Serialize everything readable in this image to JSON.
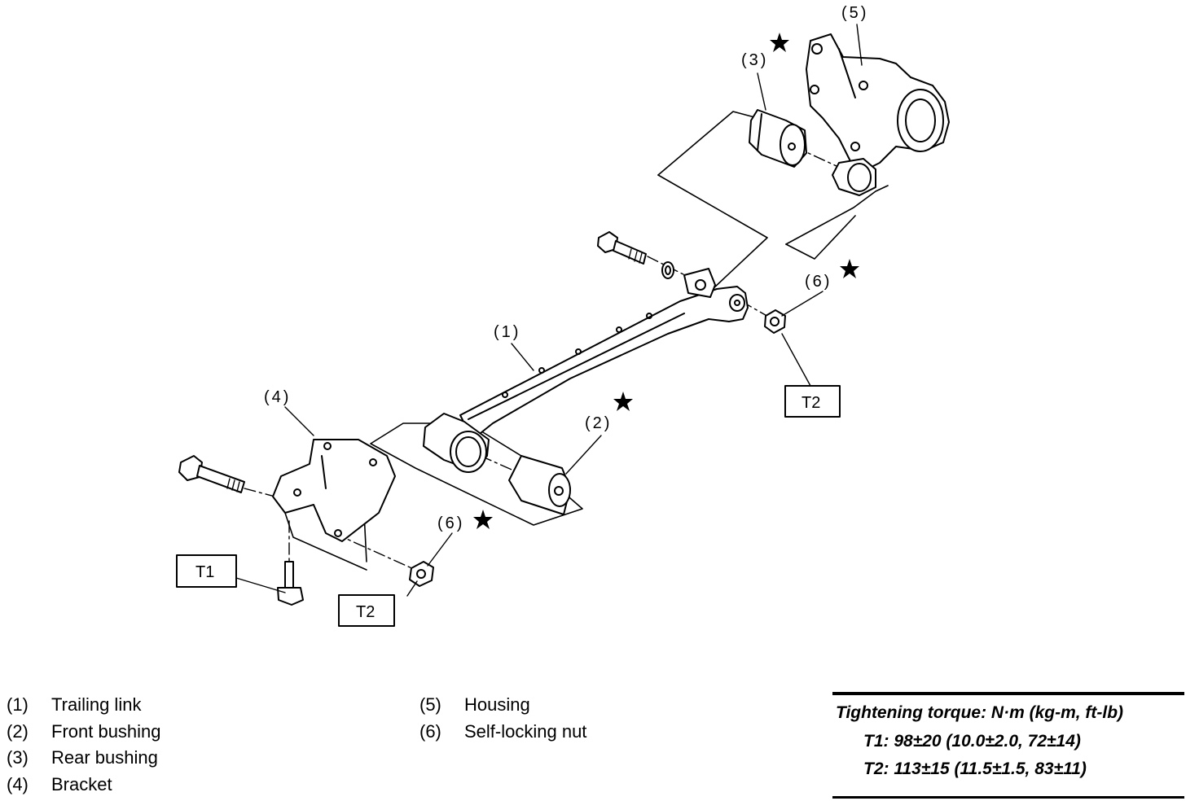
{
  "callouts": {
    "c1": "(1)",
    "c2": "(2)",
    "c3": "(3)",
    "c4": "(4)",
    "c5": "(5)",
    "c6a": "(6)",
    "c6b": "(6)"
  },
  "torque_boxes": {
    "t1": "T1",
    "t2_left": "T2",
    "t2_right": "T2"
  },
  "legend": {
    "left": [
      {
        "num": "(1)",
        "label": "Trailing link"
      },
      {
        "num": "(2)",
        "label": "Front bushing"
      },
      {
        "num": "(3)",
        "label": "Rear bushing"
      },
      {
        "num": "(4)",
        "label": "Bracket"
      }
    ],
    "right": [
      {
        "num": "(5)",
        "label": "Housing"
      },
      {
        "num": "(6)",
        "label": "Self-locking nut"
      }
    ]
  },
  "torque_spec": {
    "title": "Tightening torque: N·m (kg-m, ft-lb)",
    "t1": "T1: 98±20 (10.0±2.0, 72±14)",
    "t2": "T2: 113±15 (11.5±1.5, 83±11)"
  }
}
